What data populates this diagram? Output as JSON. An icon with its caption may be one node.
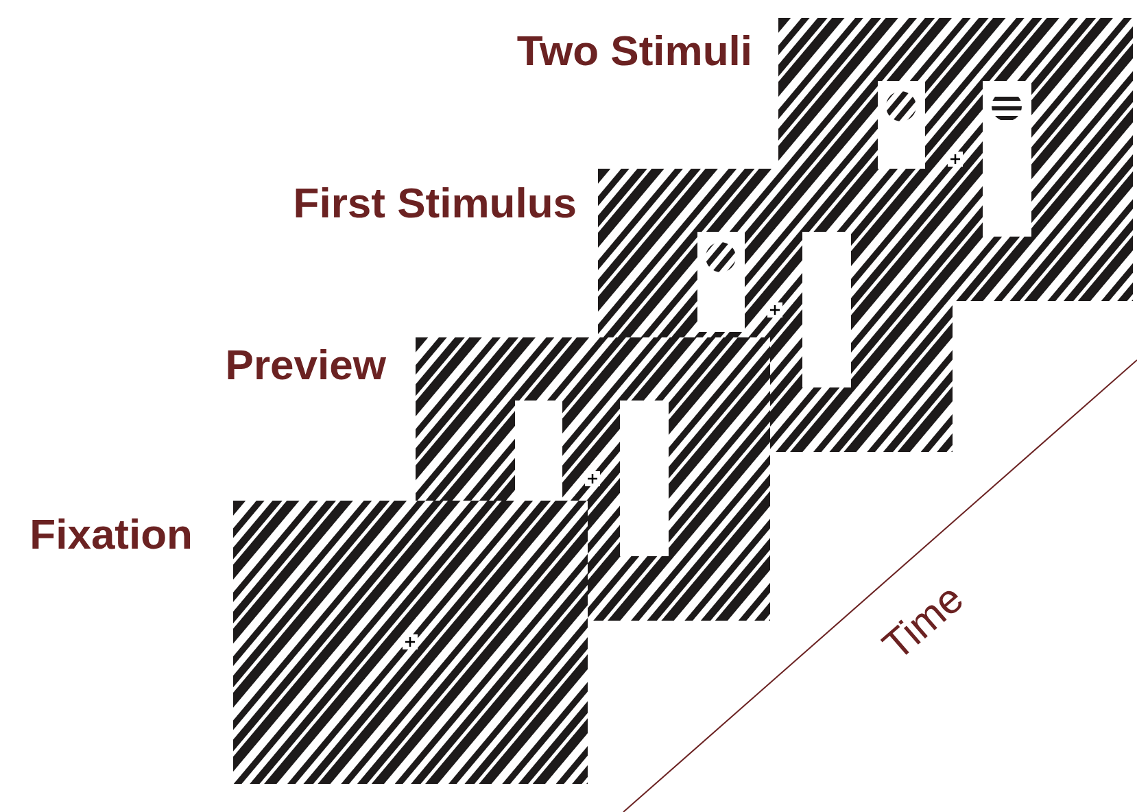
{
  "diagram": {
    "labels": [
      "Two Stimuli",
      "First Stimulus",
      "Preview",
      "Fixation",
      "Time"
    ]
  }
}
